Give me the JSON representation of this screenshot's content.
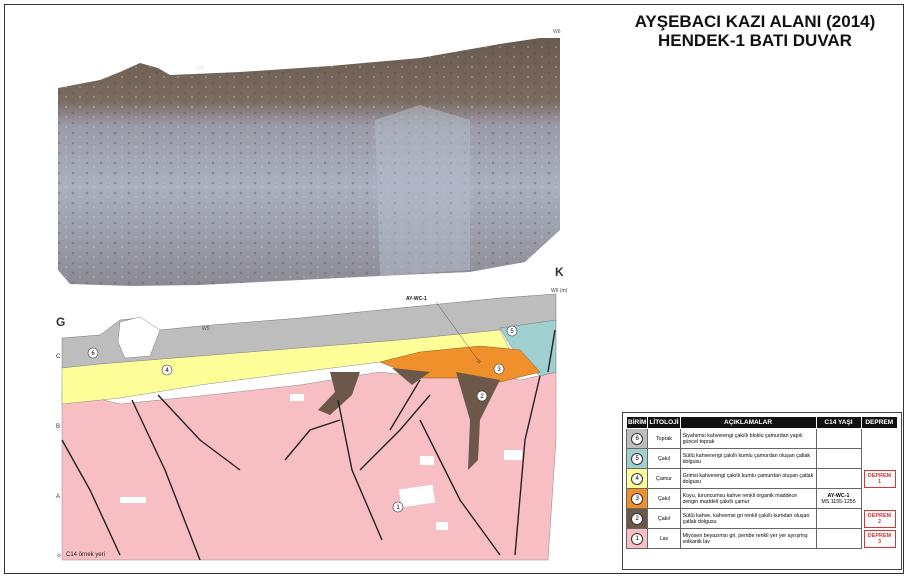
{
  "title": {
    "line1": "AYŞEBACI KAZI ALANI (2014)",
    "line2": "HENDEK-1 BATI DUVAR"
  },
  "photo": {
    "label_w6": "W6",
    "label_w5": "W5"
  },
  "section": {
    "label_g": "G",
    "label_k": "K",
    "label_w6m": "W6 (m)",
    "label_w5": "W5",
    "sample_label": "AY-WC-1",
    "rows": [
      "C",
      "B",
      "A"
    ],
    "units_on_section": [
      "6",
      "4",
      "5",
      "3",
      "2",
      "1"
    ]
  },
  "legend": {
    "headers": [
      "BİRİM",
      "LİTOLOJİ",
      "AÇIKLAMALAR",
      "C14 YAŞI",
      "DEPREM"
    ],
    "rows": [
      {
        "unit": "6",
        "lito": "Toprak",
        "desc": "Siyahımsı kahverengi çakıllı bloklu çamurdan yapılı güncel toprak",
        "c14": "",
        "color": "#bdbdbd"
      },
      {
        "unit": "5",
        "lito": "Çakıl",
        "desc": "Sütlü kahverengi çakıllı kumlu çamurdan oluşan çatlak dolgusu",
        "c14": "",
        "color": "#9fcfcf"
      },
      {
        "unit": "4",
        "lito": "Çamur",
        "desc": "Grimsi kahverengi çakıllı kumlu çamurdan oluşan çatlak dolgusu",
        "c14": "",
        "color": "#ffff99"
      },
      {
        "unit": "3",
        "lito": "Çakıl",
        "desc": "Koyu, turuncumsu kahve renkli organik maddece zengin maddeli çakıllı çamur",
        "c14": "AY-WC-1",
        "c14b": "MS 1155-1255",
        "color": "#f0902a"
      },
      {
        "unit": "2",
        "lito": "Çakıl",
        "desc": "Sütlü kahve, kahvemsi gri renkli çakıllı kumdan oluşan çatlak dolgusu",
        "c14": "",
        "color": "#6b5848"
      },
      {
        "unit": "1",
        "lito": "Lav",
        "desc": "Miyosen beyazımsı gri, pembe renkli yer yer ayrışmış volkanik lav",
        "c14": "",
        "color": "#f7bfc4"
      }
    ],
    "deprem": [
      "DEPREM 1",
      "DEPREM 2",
      "DEPREM 3"
    ]
  },
  "footnote": "C14 örnek yeri"
}
